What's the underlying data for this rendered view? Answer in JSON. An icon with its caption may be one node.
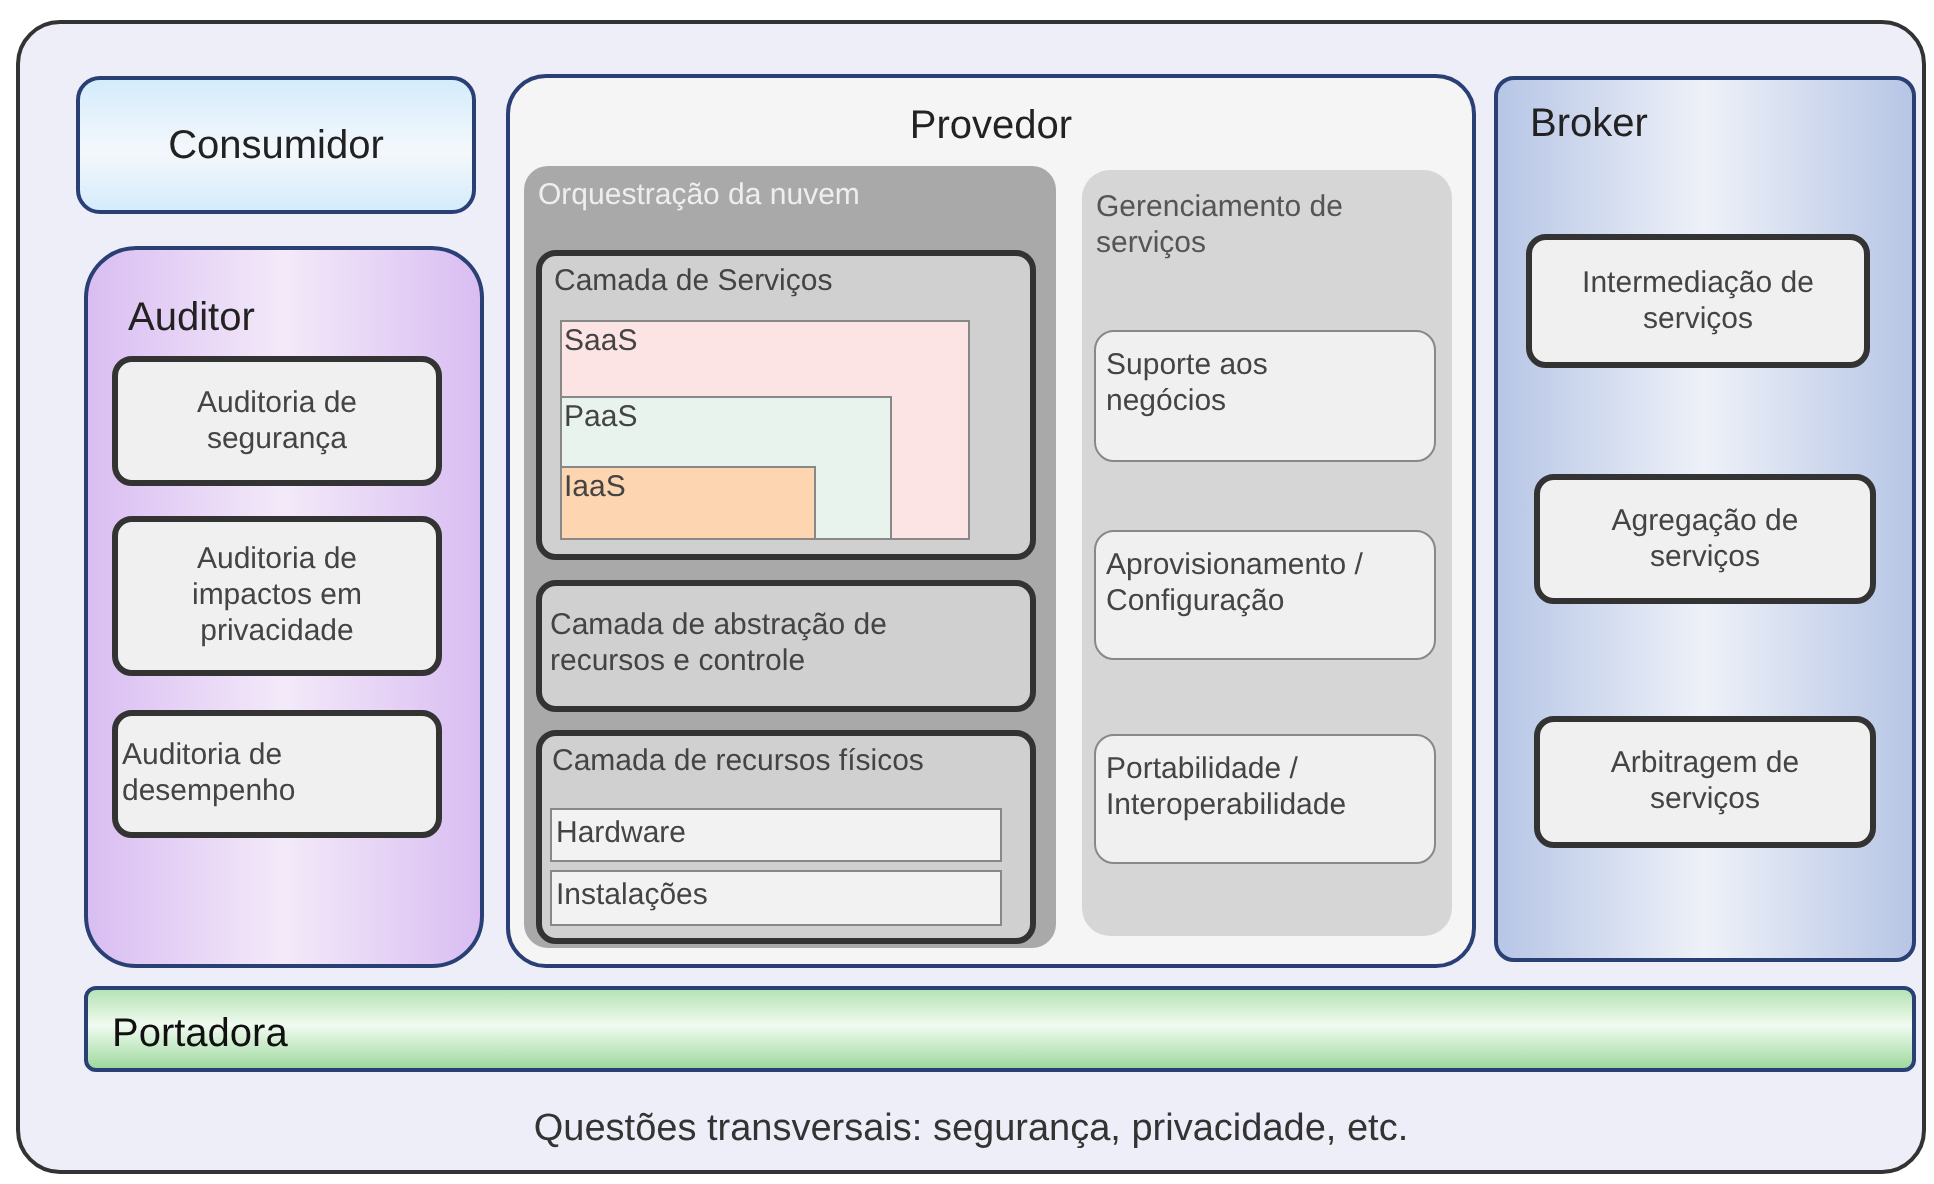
{
  "diagram": {
    "nodes": [
      {
        "text": [
          "Questões transversais: segurança, privacidade, etc."
        ]
      },
      {
        "text": [
          "Consumidor"
        ],
        "in": 0
      },
      {
        "text": [
          "Auditor"
        ],
        "in": 0
      },
      {
        "text": [
          "Auditoria de segurança"
        ],
        "in": 2
      },
      {
        "text": [
          "Auditoria de impactos em privacidade"
        ],
        "in": 2
      },
      {
        "text": [
          "Auditoria de desempenho"
        ],
        "in": 2
      },
      {
        "text": [
          "Provedor"
        ],
        "in": 0
      },
      {
        "text": [
          "Orquestração da nuvem"
        ],
        "in": 6
      },
      {
        "text": [
          "Camada de Serviços"
        ],
        "in": 7
      },
      {
        "text": [
          "SaaS"
        ],
        "in": 8
      },
      {
        "text": [
          "PaaS"
        ],
        "in": 9
      },
      {
        "text": [
          "IaaS"
        ],
        "in": 10
      },
      {
        "text": [
          "Camada de abstração de recursos e controle"
        ],
        "in": 7
      },
      {
        "text": [
          "Camada de recursos físicos"
        ],
        "in": 7
      },
      {
        "text": [
          "Hardware"
        ],
        "in": 13
      },
      {
        "text": [
          "Instalações"
        ],
        "in": 13
      },
      {
        "text": [
          "Gerenciamento de serviços"
        ],
        "in": 6
      },
      {
        "text": [
          "Suporte aos negócios"
        ],
        "in": 16
      },
      {
        "text": [
          "Aprovisionamento / Configuração"
        ],
        "in": 16
      },
      {
        "text": [
          "Portabilidade / Interoperabilidade"
        ],
        "in": 16
      },
      {
        "text": [
          "Broker"
        ],
        "in": 0
      },
      {
        "text": [
          "Intermediação de serviços"
        ],
        "in": 20
      },
      {
        "text": [
          "Agregação de serviços"
        ],
        "in": 20
      },
      {
        "text": [
          "Arbitragem de serviços"
        ],
        "in": 20
      },
      {
        "text": [
          "Portadora"
        ],
        "in": 0
      }
    ]
  }
}
